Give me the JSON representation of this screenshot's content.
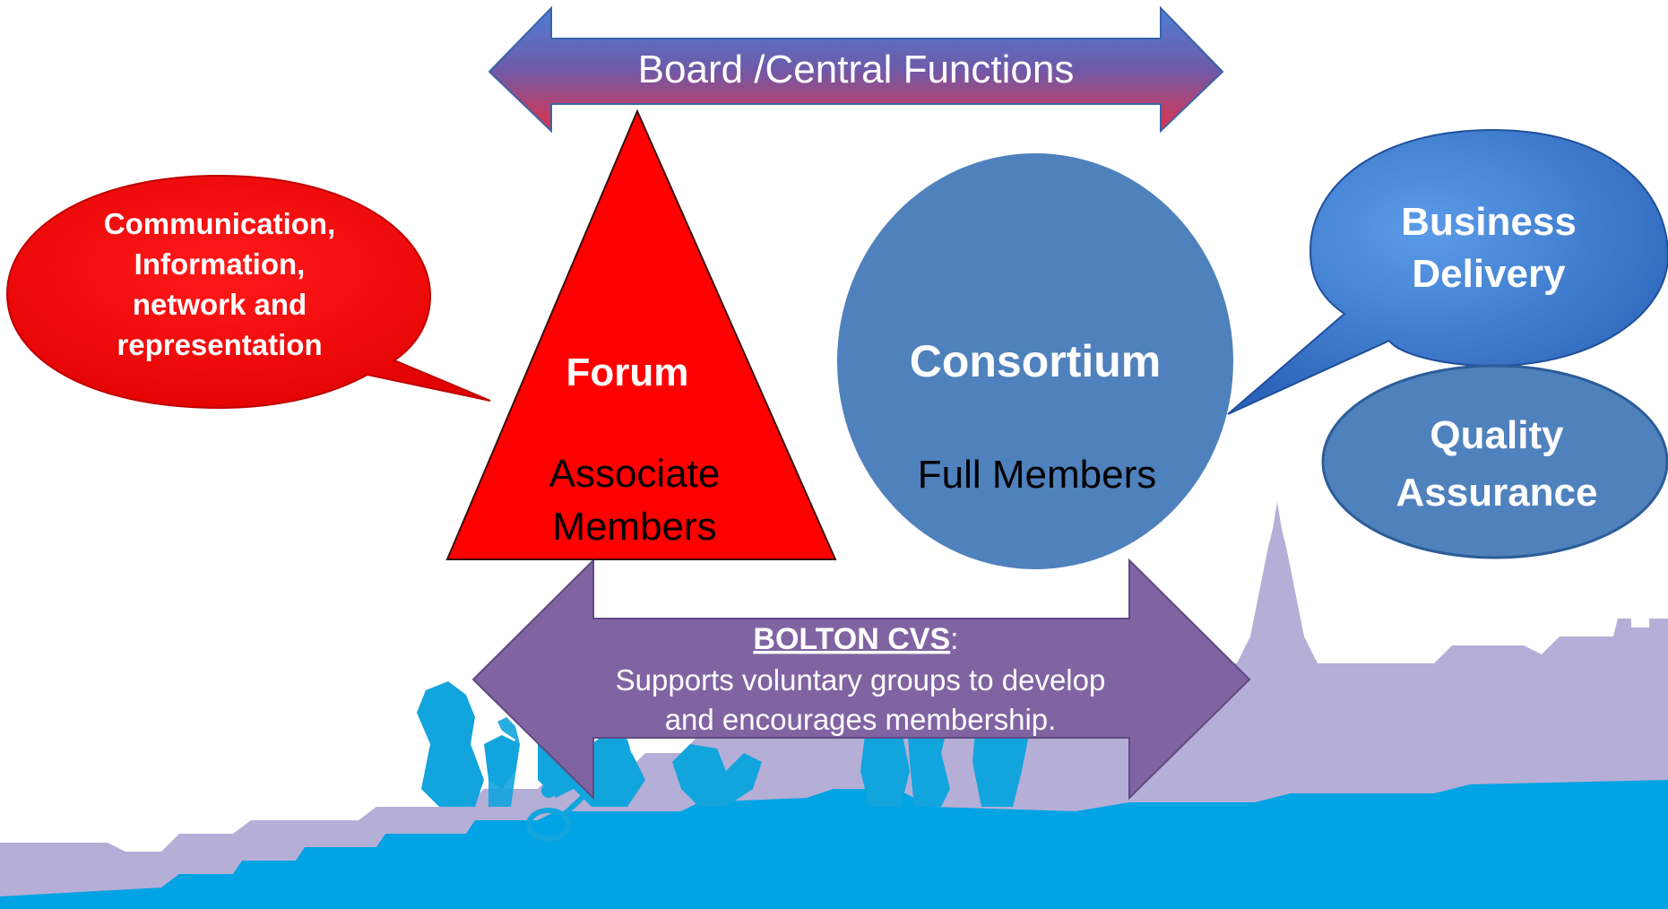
{
  "board": {
    "label": "Board /Central Functions"
  },
  "speech_left": {
    "lines": [
      "Communication,",
      "Information,",
      "network and",
      "representation"
    ]
  },
  "forum": {
    "title": "Forum",
    "members_lines": [
      "Associate",
      "Members"
    ]
  },
  "consortium": {
    "title": "Consortium",
    "members": "Full Members"
  },
  "speech_right": {
    "lines": [
      "Business",
      "Delivery"
    ]
  },
  "quality": {
    "lines": [
      "Quality",
      "Assurance"
    ]
  },
  "bolton": {
    "title": "BOLTON CVS",
    "colon": ":",
    "lines": [
      "Supports voluntary groups to develop",
      "and encourages membership."
    ]
  },
  "colors": {
    "red": "#ff0000",
    "blue": "#4f81bd",
    "purple": "#8064a2",
    "sky": "#00a2e0",
    "lavender": "#b3acd5"
  }
}
